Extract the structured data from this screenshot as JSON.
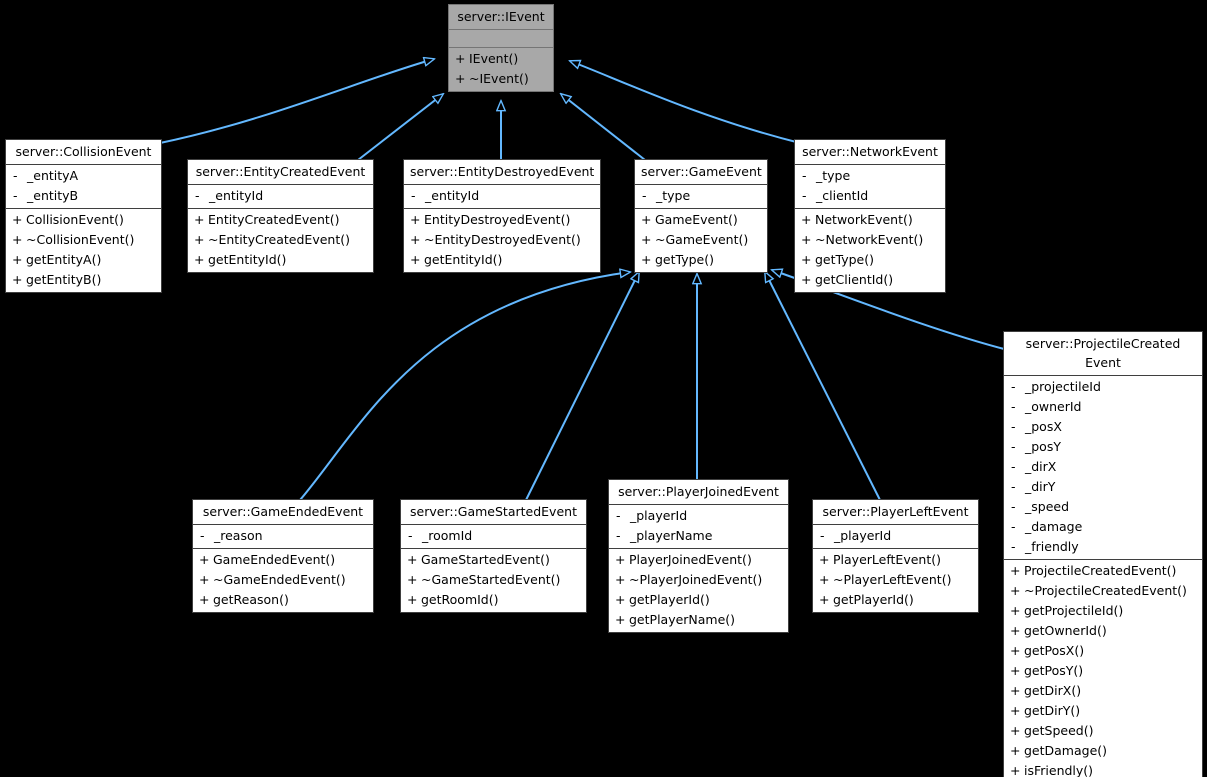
{
  "diagram": {
    "kind": "uml-class-inheritance",
    "background": "#000000",
    "edge_color": "#63b8ff",
    "root_fill": "#a8a8a8",
    "node_fill": "#ffffff",
    "border_color": "#3f3f3f"
  },
  "classes": {
    "ievent": {
      "name": "server::IEvent",
      "attributes": [],
      "methods": [
        {
          "vis": "+",
          "label": "IEvent()"
        },
        {
          "vis": "+",
          "label": "~IEvent()"
        }
      ]
    },
    "collision_event": {
      "name": "server::CollisionEvent",
      "attributes": [
        {
          "vis": "-",
          "label": "_entityA"
        },
        {
          "vis": "-",
          "label": "_entityB"
        }
      ],
      "methods": [
        {
          "vis": "+",
          "label": "CollisionEvent()"
        },
        {
          "vis": "+",
          "label": "~CollisionEvent()"
        },
        {
          "vis": "+",
          "label": "getEntityA()"
        },
        {
          "vis": "+",
          "label": "getEntityB()"
        }
      ]
    },
    "entity_created_event": {
      "name": "server::EntityCreatedEvent",
      "attributes": [
        {
          "vis": "-",
          "label": "_entityId"
        }
      ],
      "methods": [
        {
          "vis": "+",
          "label": "EntityCreatedEvent()"
        },
        {
          "vis": "+",
          "label": "~EntityCreatedEvent()"
        },
        {
          "vis": "+",
          "label": "getEntityId()"
        }
      ]
    },
    "entity_destroyed_event": {
      "name": "server::EntityDestroyedEvent",
      "attributes": [
        {
          "vis": "-",
          "label": "_entityId"
        }
      ],
      "methods": [
        {
          "vis": "+",
          "label": "EntityDestroyedEvent()"
        },
        {
          "vis": "+",
          "label": "~EntityDestroyedEvent()"
        },
        {
          "vis": "+",
          "label": "getEntityId()"
        }
      ]
    },
    "game_event": {
      "name": "server::GameEvent",
      "attributes": [
        {
          "vis": "-",
          "label": "_type"
        }
      ],
      "methods": [
        {
          "vis": "+",
          "label": "GameEvent()"
        },
        {
          "vis": "+",
          "label": "~GameEvent()"
        },
        {
          "vis": "+",
          "label": "getType()"
        }
      ]
    },
    "network_event": {
      "name": "server::NetworkEvent",
      "attributes": [
        {
          "vis": "-",
          "label": "_type"
        },
        {
          "vis": "-",
          "label": "_clientId"
        }
      ],
      "methods": [
        {
          "vis": "+",
          "label": "NetworkEvent()"
        },
        {
          "vis": "+",
          "label": "~NetworkEvent()"
        },
        {
          "vis": "+",
          "label": "getType()"
        },
        {
          "vis": "+",
          "label": "getClientId()"
        }
      ]
    },
    "projectile_created_event": {
      "name": "server::ProjectileCreated Event",
      "name_line1": "server::ProjectileCreated",
      "name_line2": "Event",
      "attributes": [
        {
          "vis": "-",
          "label": "_projectileId"
        },
        {
          "vis": "-",
          "label": "_ownerId"
        },
        {
          "vis": "-",
          "label": "_posX"
        },
        {
          "vis": "-",
          "label": "_posY"
        },
        {
          "vis": "-",
          "label": "_dirX"
        },
        {
          "vis": "-",
          "label": "_dirY"
        },
        {
          "vis": "-",
          "label": "_speed"
        },
        {
          "vis": "-",
          "label": "_damage"
        },
        {
          "vis": "-",
          "label": "_friendly"
        }
      ],
      "methods": [
        {
          "vis": "+",
          "label": "ProjectileCreatedEvent()"
        },
        {
          "vis": "+",
          "label": "~ProjectileCreatedEvent()"
        },
        {
          "vis": "+",
          "label": "getProjectileId()"
        },
        {
          "vis": "+",
          "label": "getOwnerId()"
        },
        {
          "vis": "+",
          "label": "getPosX()"
        },
        {
          "vis": "+",
          "label": "getPosY()"
        },
        {
          "vis": "+",
          "label": "getDirX()"
        },
        {
          "vis": "+",
          "label": "getDirY()"
        },
        {
          "vis": "+",
          "label": "getSpeed()"
        },
        {
          "vis": "+",
          "label": "getDamage()"
        },
        {
          "vis": "+",
          "label": "isFriendly()"
        }
      ]
    },
    "game_ended_event": {
      "name": "server::GameEndedEvent",
      "attributes": [
        {
          "vis": "-",
          "label": "_reason"
        }
      ],
      "methods": [
        {
          "vis": "+",
          "label": "GameEndedEvent()"
        },
        {
          "vis": "+",
          "label": "~GameEndedEvent()"
        },
        {
          "vis": "+",
          "label": "getReason()"
        }
      ]
    },
    "game_started_event": {
      "name": "server::GameStartedEvent",
      "attributes": [
        {
          "vis": "-",
          "label": "_roomId"
        }
      ],
      "methods": [
        {
          "vis": "+",
          "label": "GameStartedEvent()"
        },
        {
          "vis": "+",
          "label": "~GameStartedEvent()"
        },
        {
          "vis": "+",
          "label": "getRoomId()"
        }
      ]
    },
    "player_joined_event": {
      "name": "server::PlayerJoinedEvent",
      "attributes": [
        {
          "vis": "-",
          "label": "_playerId"
        },
        {
          "vis": "-",
          "label": "_playerName"
        }
      ],
      "methods": [
        {
          "vis": "+",
          "label": "PlayerJoinedEvent()"
        },
        {
          "vis": "+",
          "label": "~PlayerJoinedEvent()"
        },
        {
          "vis": "+",
          "label": "getPlayerId()"
        },
        {
          "vis": "+",
          "label": "getPlayerName()"
        }
      ]
    },
    "player_left_event": {
      "name": "server::PlayerLeftEvent",
      "attributes": [
        {
          "vis": "-",
          "label": "_playerId"
        }
      ],
      "methods": [
        {
          "vis": "+",
          "label": "PlayerLeftEvent()"
        },
        {
          "vis": "+",
          "label": "~PlayerLeftEvent()"
        },
        {
          "vis": "+",
          "label": "getPlayerId()"
        }
      ]
    }
  },
  "inheritance": [
    {
      "from": "server::CollisionEvent",
      "to": "server::IEvent"
    },
    {
      "from": "server::EntityCreatedEvent",
      "to": "server::IEvent"
    },
    {
      "from": "server::EntityDestroyedEvent",
      "to": "server::IEvent"
    },
    {
      "from": "server::GameEvent",
      "to": "server::IEvent"
    },
    {
      "from": "server::NetworkEvent",
      "to": "server::IEvent"
    },
    {
      "from": "server::GameEndedEvent",
      "to": "server::GameEvent"
    },
    {
      "from": "server::GameStartedEvent",
      "to": "server::GameEvent"
    },
    {
      "from": "server::PlayerJoinedEvent",
      "to": "server::GameEvent"
    },
    {
      "from": "server::PlayerLeftEvent",
      "to": "server::GameEvent"
    },
    {
      "from": "server::ProjectileCreatedEvent",
      "to": "server::GameEvent"
    }
  ]
}
